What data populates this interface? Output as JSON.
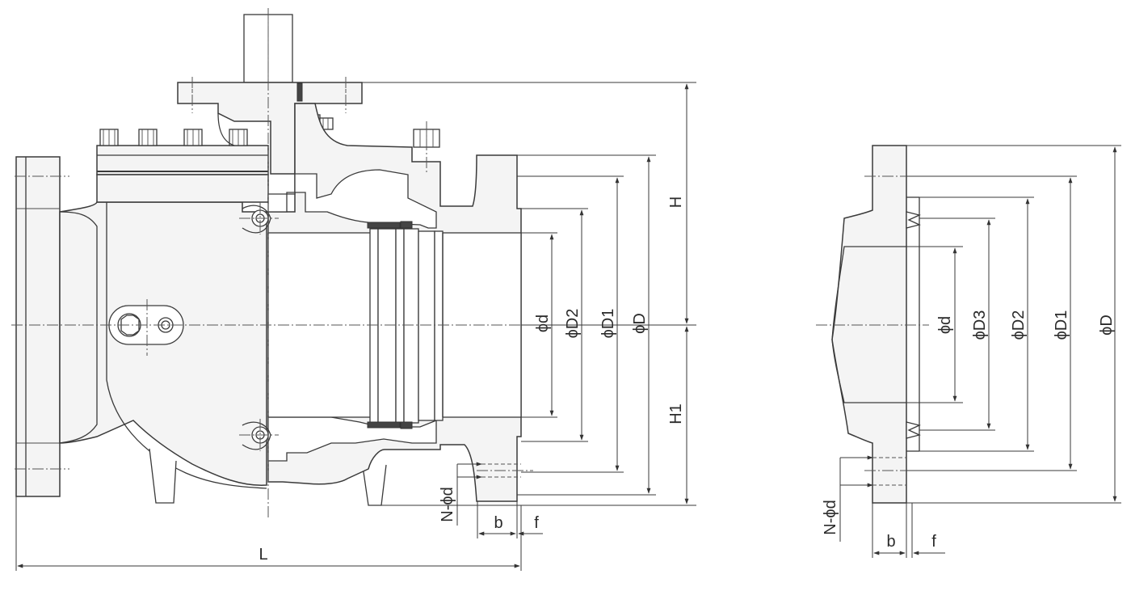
{
  "front_view": {
    "label_L": "L",
    "label_H": "H",
    "label_H1": "H1",
    "label_d": "ϕd",
    "label_D2": "ϕD2",
    "label_D1": "ϕD1",
    "label_D": "ϕD",
    "label_N_d": "N-ϕd",
    "label_b": "b",
    "label_f": "f"
  },
  "flange_detail": {
    "label_d": "ϕd",
    "label_D3": "ϕD3",
    "label_D2": "ϕD2",
    "label_D1": "ϕD1",
    "label_D": "ϕD",
    "label_N_d": "N-ϕd",
    "label_b": "b",
    "label_f": "f"
  }
}
